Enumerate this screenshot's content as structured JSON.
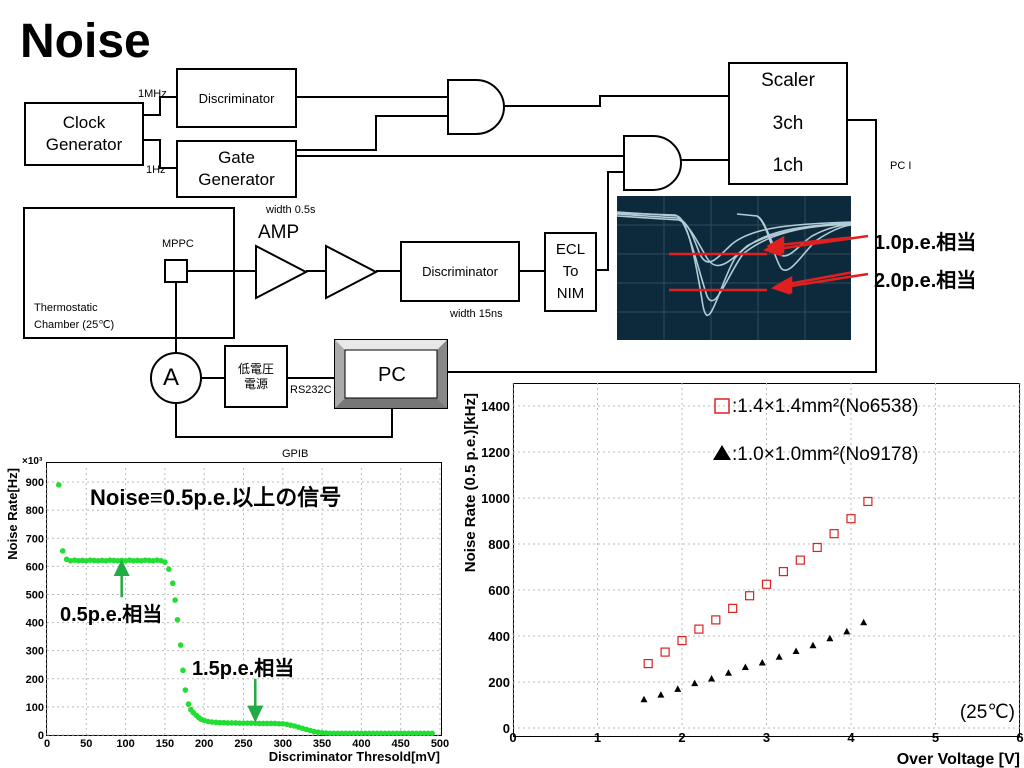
{
  "slide": {
    "title": "Noise"
  },
  "diagram": {
    "clock_generator": "Clock Generator",
    "discriminator_top": "Discriminator",
    "gate_generator": "Gate Generator",
    "scaler": {
      "line1": "Scaler",
      "line2": "3ch",
      "line3": "1ch"
    },
    "freq_1mhz": "1MHz",
    "freq_1hz": "1Hz",
    "gate_width": "width  0.5s",
    "amp": "AMP",
    "mppc": "MPPC",
    "chamber": {
      "line1": "Thermostatic",
      "line2": "Chamber (25℃)"
    },
    "discriminator_mid": "Discriminator",
    "disc_width": "width  15ns",
    "ecl_nim": {
      "line1": "ECL",
      "line2": "To",
      "line3": "NIM"
    },
    "pc_interface": "PC I",
    "ammeter": "A",
    "low_voltage": {
      "line1": "低電圧",
      "line2": "電源"
    },
    "rs232c": "RS232C",
    "pc": "PC",
    "gpib": "GPIB"
  },
  "scope_callouts": {
    "pe1": "1.0p.e.相当",
    "pe2": "2.0p.e.相当"
  },
  "left_plot": {
    "annotation_title": "Noise≡0.5p.e.以上の信号",
    "annotation_05": "0.5p.e.相当",
    "annotation_15": "1.5p.e.相当"
  },
  "chart_data": [
    {
      "type": "scatter",
      "title": "",
      "xlabel": "Discriminator Thresold[mV]",
      "ylabel": "Noise Rate[Hz]",
      "y_multiplier": "×10³",
      "xlim": [
        0,
        500
      ],
      "ylim": [
        0,
        950
      ],
      "xticks": [
        0,
        50,
        100,
        150,
        200,
        250,
        300,
        350,
        400,
        450,
        500
      ],
      "yticks": [
        0,
        100,
        200,
        300,
        400,
        500,
        600,
        700,
        800,
        900
      ],
      "grid": true,
      "color": "#22dd33",
      "series": [
        {
          "x": [
            15,
            20,
            25,
            30,
            35,
            40,
            45,
            50,
            55,
            60,
            65,
            70,
            75,
            80,
            85,
            90,
            95,
            100,
            105,
            110,
            115,
            120,
            125,
            130,
            135,
            140,
            145,
            150,
            155,
            160,
            163,
            166,
            170,
            173,
            176,
            180,
            183,
            186,
            190,
            193,
            196,
            200,
            205,
            210,
            215,
            220,
            225,
            230,
            235,
            240,
            245,
            250,
            255,
            260,
            265,
            270,
            275,
            280,
            285,
            290,
            295,
            300,
            305,
            310,
            315,
            320,
            325,
            330,
            335,
            340,
            345,
            350,
            355,
            360,
            365,
            370,
            375,
            380,
            385,
            390,
            395,
            400,
            405,
            410,
            415,
            420,
            425,
            430,
            435,
            440,
            445,
            450,
            455,
            460,
            465,
            470,
            475,
            480,
            485,
            490
          ],
          "y": [
            890,
            655,
            625,
            620,
            622,
            620,
            621,
            620,
            622,
            621,
            620,
            621,
            620,
            622,
            621,
            620,
            621,
            620,
            622,
            620,
            621,
            620,
            622,
            621,
            620,
            622,
            620,
            615,
            590,
            540,
            480,
            410,
            320,
            230,
            160,
            110,
            90,
            80,
            70,
            62,
            56,
            52,
            48,
            46,
            45,
            44,
            44,
            43,
            43,
            43,
            42,
            42,
            42,
            42,
            42,
            41,
            41,
            41,
            41,
            41,
            40,
            40,
            38,
            35,
            32,
            28,
            24,
            20,
            16,
            12,
            10,
            8,
            7,
            6,
            6,
            6,
            6,
            6,
            6,
            6,
            6,
            6,
            6,
            6,
            6,
            6,
            6,
            6,
            6,
            6,
            6,
            6,
            6,
            6,
            6,
            6,
            6,
            6,
            6,
            6
          ]
        }
      ]
    },
    {
      "type": "scatter",
      "title": "",
      "xlabel": "Over Voltage [V]",
      "ylabel": "Noise Rate (0.5 p.e.)[kHz]",
      "xlim": [
        0,
        6
      ],
      "ylim": [
        0,
        1500
      ],
      "xticks": [
        0,
        1,
        2,
        3,
        4,
        5,
        6
      ],
      "yticks": [
        0,
        200,
        400,
        600,
        800,
        1000,
        1200,
        1400
      ],
      "grid": true,
      "legend_position": "top-right",
      "series": [
        {
          "name": ":1.4×1.4mm²(No6538)",
          "marker": "open-square",
          "color": "#dd2222",
          "x": [
            1.6,
            1.8,
            2.0,
            2.2,
            2.4,
            2.6,
            2.8,
            3.0,
            3.2,
            3.4,
            3.6,
            3.8,
            4.0,
            4.2
          ],
          "y": [
            280,
            330,
            380,
            430,
            470,
            520,
            575,
            625,
            680,
            730,
            785,
            845,
            910,
            985
          ]
        },
        {
          "name": ":1.0×1.0mm²(No9178)",
          "marker": "filled-triangle",
          "color": "#000000",
          "x": [
            1.55,
            1.75,
            1.95,
            2.15,
            2.35,
            2.55,
            2.75,
            2.95,
            3.15,
            3.35,
            3.55,
            3.75,
            3.95,
            4.15
          ],
          "y": [
            125,
            145,
            170,
            195,
            215,
            240,
            265,
            285,
            310,
            335,
            360,
            390,
            420,
            460
          ]
        }
      ],
      "annotation": "(25℃)"
    }
  ]
}
